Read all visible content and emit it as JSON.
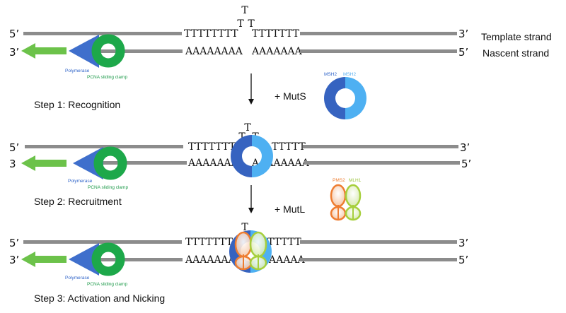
{
  "colors": {
    "strand": "#8c8c8c",
    "arrow": "#6cc24a",
    "polymerase": "#3f6fcc",
    "pcna": "#1da84a",
    "msh2_left": "#3663c0",
    "msh2_right": "#4eb0f2",
    "pms2": "#ee7d31",
    "mlh1": "#a6cf3c"
  },
  "legend": {
    "template": "Template strand",
    "nascent": "Nascent strand"
  },
  "steps": {
    "step1": {
      "label": "Step 1: Recognition",
      "template_5": "5’",
      "template_3": "3’",
      "nascent_3": "3’",
      "nascent_5": "5’",
      "template_seq_left": "TTTTTTTT",
      "template_seq_right": "TTTTTTT",
      "nascent_seq_left": "AAAAAAAA",
      "nascent_seq_right": "AAAAAAA",
      "loop_top": "T",
      "loop_left": "T",
      "loop_right": "T",
      "polymerase": "Polymerase",
      "pcna": "PCNA sliding clamp"
    },
    "step2": {
      "label": "Step 2: Recruitment",
      "template_5": "5’",
      "template_3": "3’",
      "nascent_3": "3",
      "nascent_5": "5’",
      "template_seq_left": "TTTTTTTT",
      "template_seq_right": "TTTTT",
      "nascent_seq_left": "AAAAAAA",
      "nascent_seq_right": "AAAAAAAA",
      "loop_top": "T",
      "loop_left": "T",
      "loop_right": "T",
      "polymerase": "Polymerase",
      "pcna": "PCNA sliding clamp"
    },
    "step3": {
      "label": "Step 3: Activation and Nicking",
      "template_5": "5’",
      "template_3": "3’",
      "nascent_3": "3’",
      "nascent_5": "5’",
      "template_seq_left": "TTTTTTT",
      "template_seq_right": "TTTTT",
      "nascent_seq_left": "AAAAAAA",
      "nascent_seq_right": "AAAAA",
      "loop_top": "T",
      "polymerase": "Polymerase",
      "pcna": "PCNA sliding clamp"
    }
  },
  "muts": {
    "label": "+ MutS",
    "msh2_left": "MSH2",
    "msh2_right": "MSH2"
  },
  "mutl": {
    "label": "+ MutL",
    "pms2": "PMS2",
    "mlh1": "MLH1"
  }
}
